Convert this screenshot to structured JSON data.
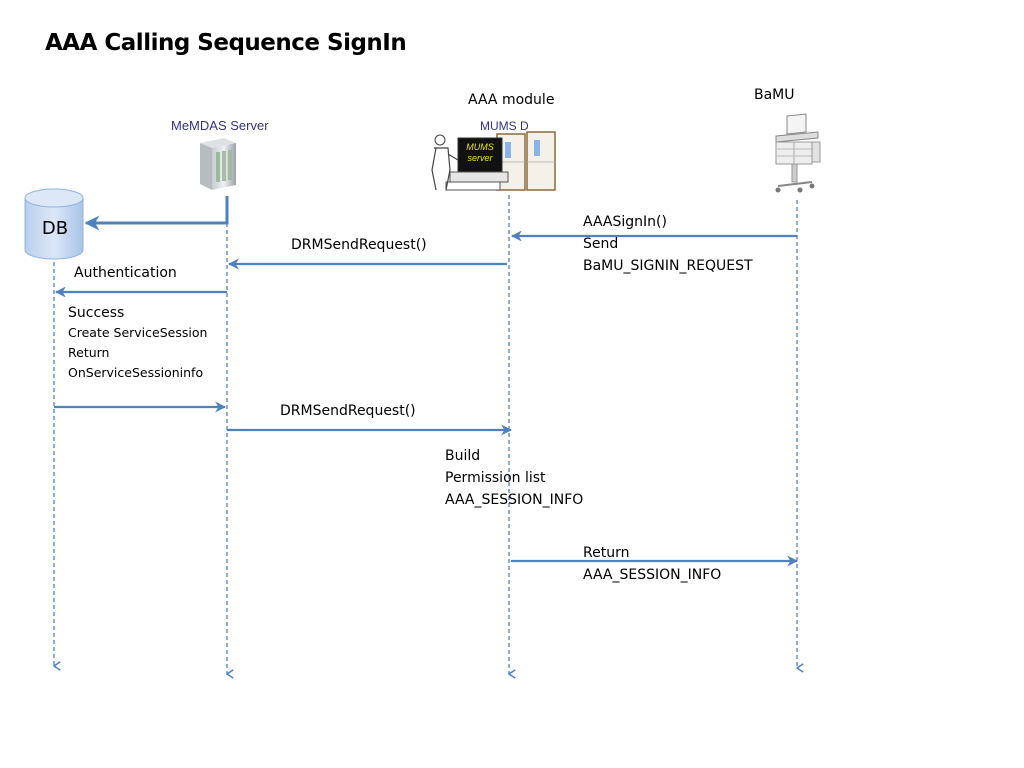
{
  "title": "AAA Calling Sequence SignIn",
  "actors": {
    "db": {
      "label": "DB",
      "icon": "database-icon"
    },
    "server": {
      "label": "MeMDAS Server",
      "icon": "server-tower-icon"
    },
    "aaa": {
      "label": "AAA module",
      "sublabel": "MUMS D",
      "screen_line1": "MUMS",
      "screen_line2": "server",
      "icon": "mums-server-icon"
    },
    "bamu": {
      "label": "BaMU",
      "icon": "medical-cart-icon"
    }
  },
  "messages": [
    {
      "from": "bamu",
      "to": "aaa",
      "lines": [
        "AAASignIn()",
        "Send",
        "BaMU_SIGNIN_REQUEST"
      ]
    },
    {
      "from": "aaa",
      "to": "server",
      "lines": [
        "DRMSendRequest()"
      ]
    },
    {
      "from": "server",
      "to": "db",
      "lines": []
    },
    {
      "from": "server",
      "to": "db",
      "lines": [
        "Authentication"
      ]
    },
    {
      "from": "db",
      "to": "server",
      "lines": [
        "Success",
        "Create ServiceSession",
        "Return",
        "OnServiceSessioninfo"
      ]
    },
    {
      "from": "server",
      "to": "aaa",
      "lines": [
        "DRMSendRequest()"
      ]
    },
    {
      "from": "aaa",
      "to": "aaa",
      "lines": [
        "Build",
        "Permission list",
        "AAA_SESSION_INFO"
      ]
    },
    {
      "from": "aaa",
      "to": "bamu",
      "lines": [
        "Return",
        "AAA_SESSION_INFO"
      ]
    }
  ],
  "colors": {
    "arrow": "#4f81bd",
    "lifeline": "#4f81bd",
    "db_fill": "#c6d9f1",
    "db_stroke": "#8eb4e3",
    "service_label": "#33337a"
  }
}
